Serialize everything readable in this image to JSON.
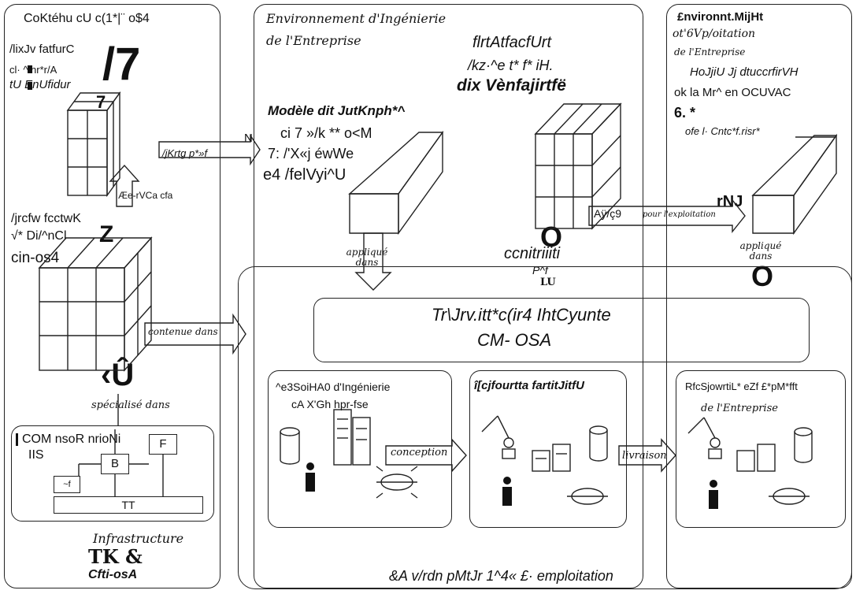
{
  "left_panel": {
    "title": "CoKtéhu cU c(1*|¨ o$4",
    "sub1": "/lixJv fatfurC",
    "sub2": "cl·  ^tnr*r/A",
    "sub3": "tU   EnUfidur",
    "big_glyph": "/7",
    "small_glyph": "7",
    "arrow_up_label": "Æe-rVCa  cfa",
    "mid1": "/jrcfw fcctwK",
    "mid2": "√* Di/^nCl",
    "mid3": "cin-os4",
    "z_glyph": "Z",
    "u_glyph": "‹Û",
    "specialise": "spécialisé dans",
    "contenue": "contenue dans",
    "subpanel_l1": "COM nsoR nrioNi",
    "subpanel_l2": "IIS",
    "node_b": "B",
    "node_f": "F",
    "node_tt": "TT",
    "node_small": "~f",
    "bottom1": "Infrastructure",
    "bottom2": "TK &",
    "bottom3": "Cfti-osA"
  },
  "arrow_between": {
    "label": "/jKrtg  p*»f",
    "n": "N"
  },
  "center_panel": {
    "title1": "Environnement d'Ingénierie",
    "title2": "de l'Entreprise",
    "model_head1": "Modèle dit  JutKnph*^",
    "model_head2": "ci 7  »/k ** o<M",
    "model_head3": "7: /'X«j éwWe",
    "model_head4": "e4 /felVyi^U",
    "applique": "appliqué dans",
    "rh_head1": "flrtAtfacfUrt",
    "rh_head2": "/kz·^e t* f* iH.",
    "rh_head3": "dix Vènfajirtfë",
    "o_glyph": "O",
    "ccn": "ccnitriiiti",
    "pf": "P^f",
    "lu": "LU"
  },
  "right_panel": {
    "title1": "£nvironnt.MijHt",
    "title2": "ot'6Vp/oitation",
    "title3": "de l'Entreprise",
    "sub1": "HoJjiU Jj dtuccrfirVH",
    "sub2": "ok la Mr^ en OCUVAC",
    "sub3": "6. *",
    "sub4": "ofe l· Cntc*f.risr*",
    "rnj": "rNJ",
    "applique": "appliqué dans",
    "o_glyph": "O"
  },
  "arrow_exploit": {
    "prefix": "Aÿ/ç9",
    "label": "pour l'exploitation"
  },
  "banner": {
    "line1": "Tr\\Jrv.itt*c(ir4 IhtCyunte",
    "line2": "CM- OSA"
  },
  "bottom_boxes": {
    "left1": "^e3SoiHA0 d'Ingénierie",
    "left2": "cA X'Gh hpr-fse",
    "mid": "î[cjfourtta  fartitJitfU",
    "right1": "RfcSjowrtiL* eZf £*pM*fft",
    "right2": "de l'Entreprise",
    "conception": "conception",
    "livraison": "livraison"
  },
  "footer": {
    "text": "&A v/rdn pMtJr  1^4«  £· emploitation"
  }
}
